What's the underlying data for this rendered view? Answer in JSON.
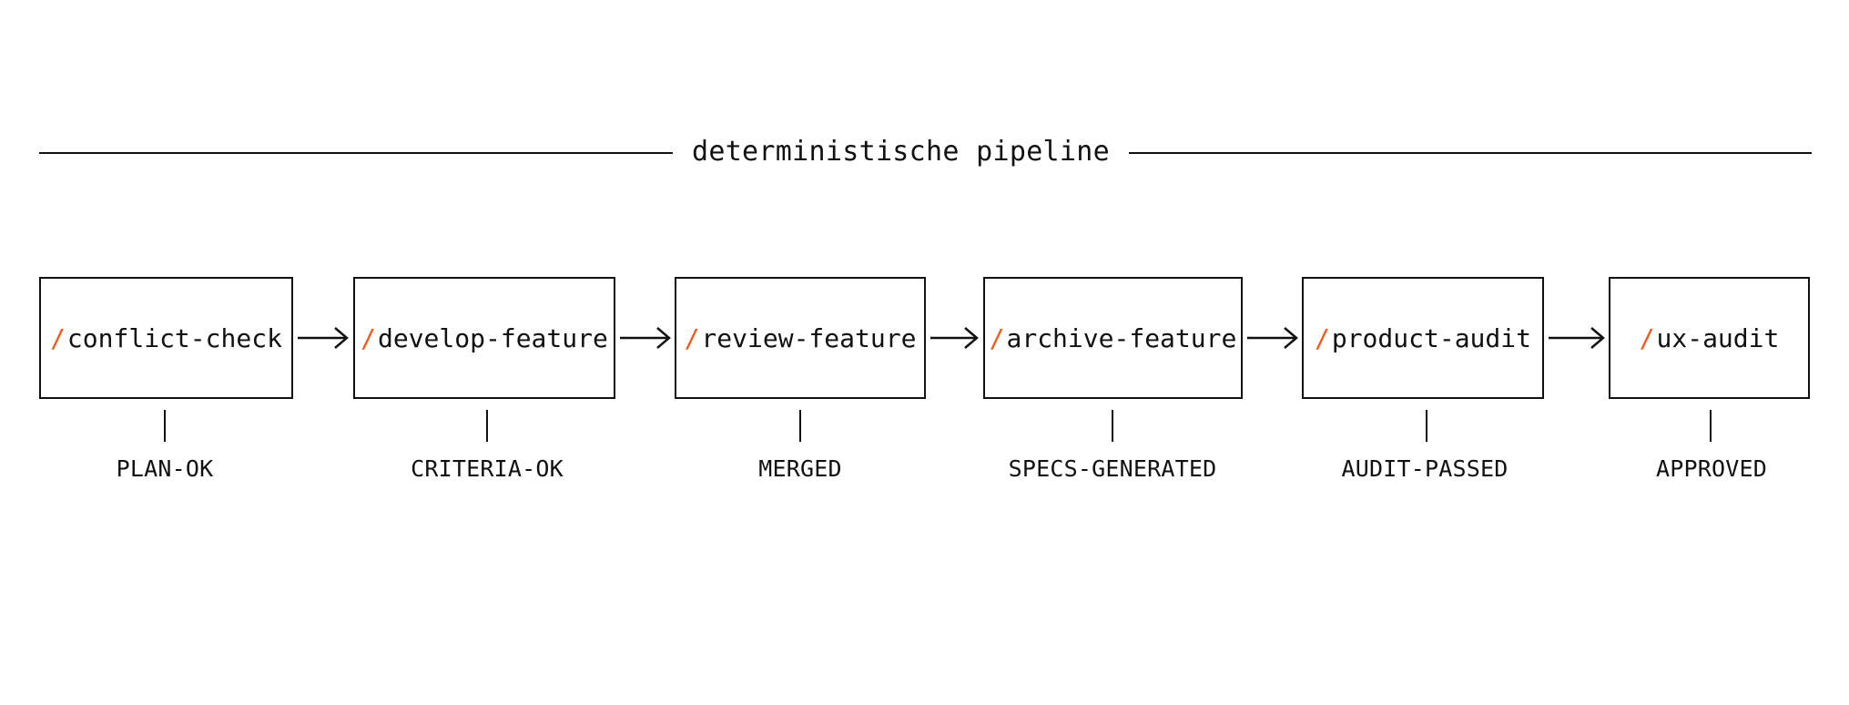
{
  "title": "deterministische pipeline",
  "accent_color": "#f05a1a",
  "stages": [
    {
      "prefix": "/",
      "name": "conflict-check",
      "status": "PLAN-OK"
    },
    {
      "prefix": "/",
      "name": "develop-feature",
      "status": "CRITERIA-OK"
    },
    {
      "prefix": "/",
      "name": "review-feature",
      "status": "MERGED"
    },
    {
      "prefix": "/",
      "name": "archive-feature",
      "status": "SPECS-GENERATED"
    },
    {
      "prefix": "/",
      "name": "product-audit",
      "status": "AUDIT-PASSED"
    },
    {
      "prefix": "/",
      "name": "ux-audit",
      "status": "APPROVED"
    }
  ],
  "arrow_icon": "right-arrow-icon"
}
